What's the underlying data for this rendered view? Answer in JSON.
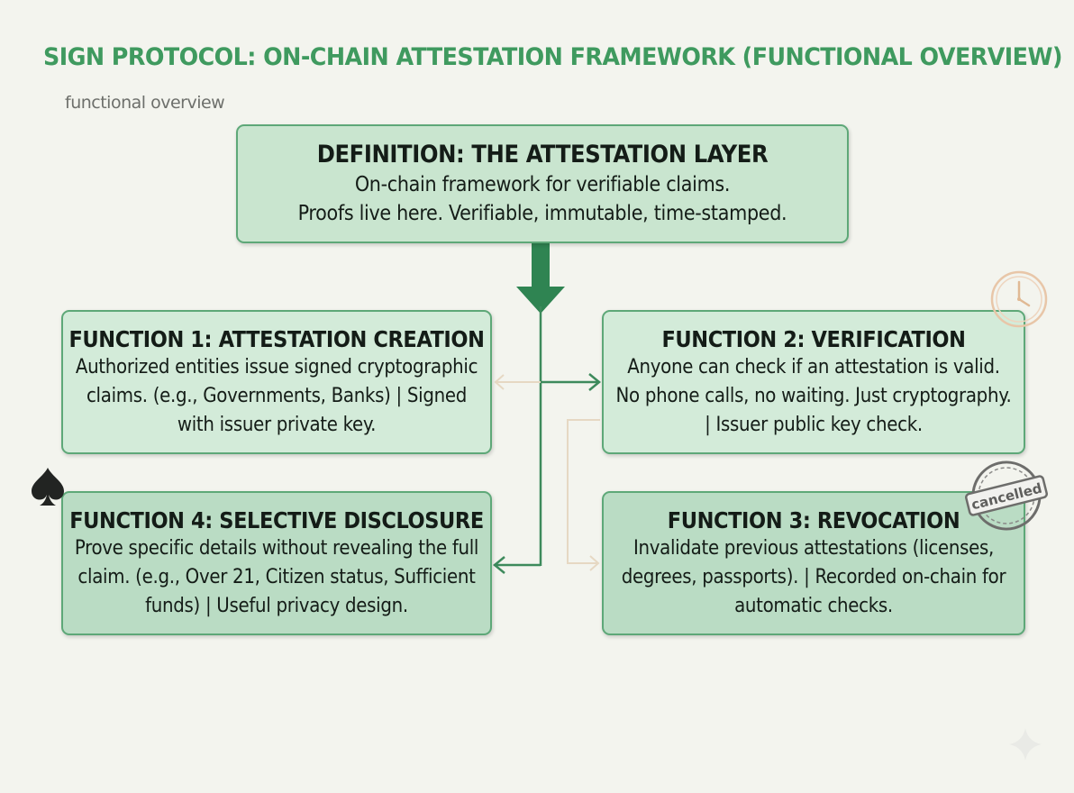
{
  "title": "SIGN PROTOCOL: ON-CHAIN ATTESTATION FRAMEWORK (FUNCTIONAL OVERVIEW)",
  "subtitle": "functional overview",
  "definition": {
    "title": "DEFINITION: THE ATTESTATION LAYER",
    "line1": "On-chain framework for verifiable claims.",
    "line2": "Proofs live here. Verifiable, immutable, time-stamped."
  },
  "functions": [
    {
      "title": "FUNCTION 1: ATTESTATION CREATION",
      "body": "Authorized entities issue signed cryptographic claims. (e.g., Governments, Banks) | Signed with issuer private key."
    },
    {
      "title": "FUNCTION 2: VERIFICATION",
      "body": "Anyone can check if an attestation is valid. No phone calls, no waiting. Just cryptography. | Issuer public key check."
    },
    {
      "title": "FUNCTION 3: REVOCATION",
      "body": "Invalidate previous attestations (licenses, degrees, passports). | Recorded on-chain for automatic checks."
    },
    {
      "title": "FUNCTION 4: SELECTIVE DISCLOSURE",
      "body": "Prove specific details without revealing the full claim. (e.g., Over 21, Citizen status, Sufficient funds) | Useful privacy design."
    }
  ],
  "stamp_text": "cancelled",
  "icons": {
    "clock": "clock-icon",
    "spade": "spade-icon",
    "stamp": "cancelled-stamp-icon",
    "sparkle": "sparkle-icon"
  },
  "colors": {
    "title": "#3f9a5f",
    "box_border": "#5ea878",
    "box_fill": "#c9e5cf",
    "main_arrow": "#2f8452",
    "connector": "#3d8a5c",
    "beige_connector": "#e6d8c3",
    "clock": "#e8c6a8"
  }
}
